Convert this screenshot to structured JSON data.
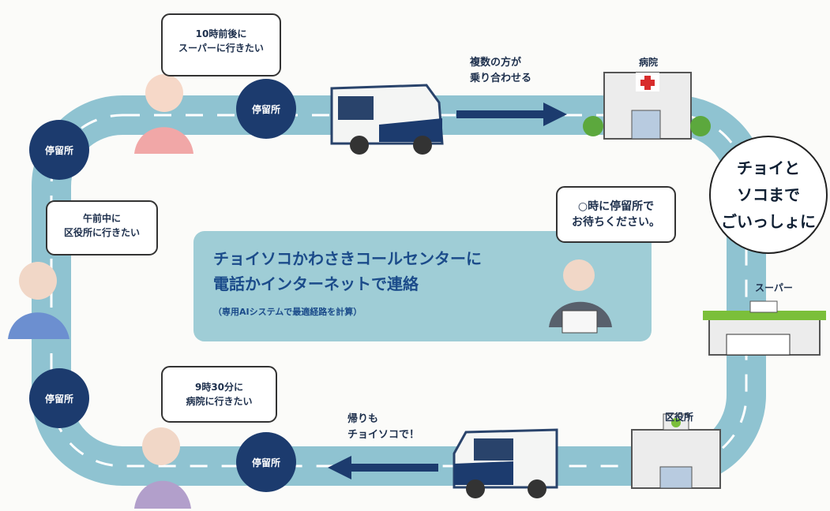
{
  "stops": {
    "label": "停留所"
  },
  "bubbles": {
    "top_left": "10時前後に\nスーパーに行きたい",
    "left_middle": "午前中に\n区役所に行きたい",
    "bottom_left": "9時30分に\n病院に行きたい",
    "operator": "○時に停留所で\nお待ちください。"
  },
  "arrows": {
    "top": "複数の方が\n乗り合わせる",
    "bottom": "帰りも\nチョイソコで！"
  },
  "places": {
    "hospital": "病院",
    "supermarket": "スーパー",
    "ward_office": "区役所"
  },
  "center": {
    "line1": "チョイソコかわさきコールセンターに",
    "line2": "電話かインターネットで連絡",
    "line3": "（専用AIシステムで最適経路を計算）"
  },
  "slogan": "チョイと\nソコまで\nごいっしょに",
  "colors": {
    "road": "#8fc3d1",
    "navy": "#1c3b6e",
    "center_box": "#9fcdd6"
  }
}
